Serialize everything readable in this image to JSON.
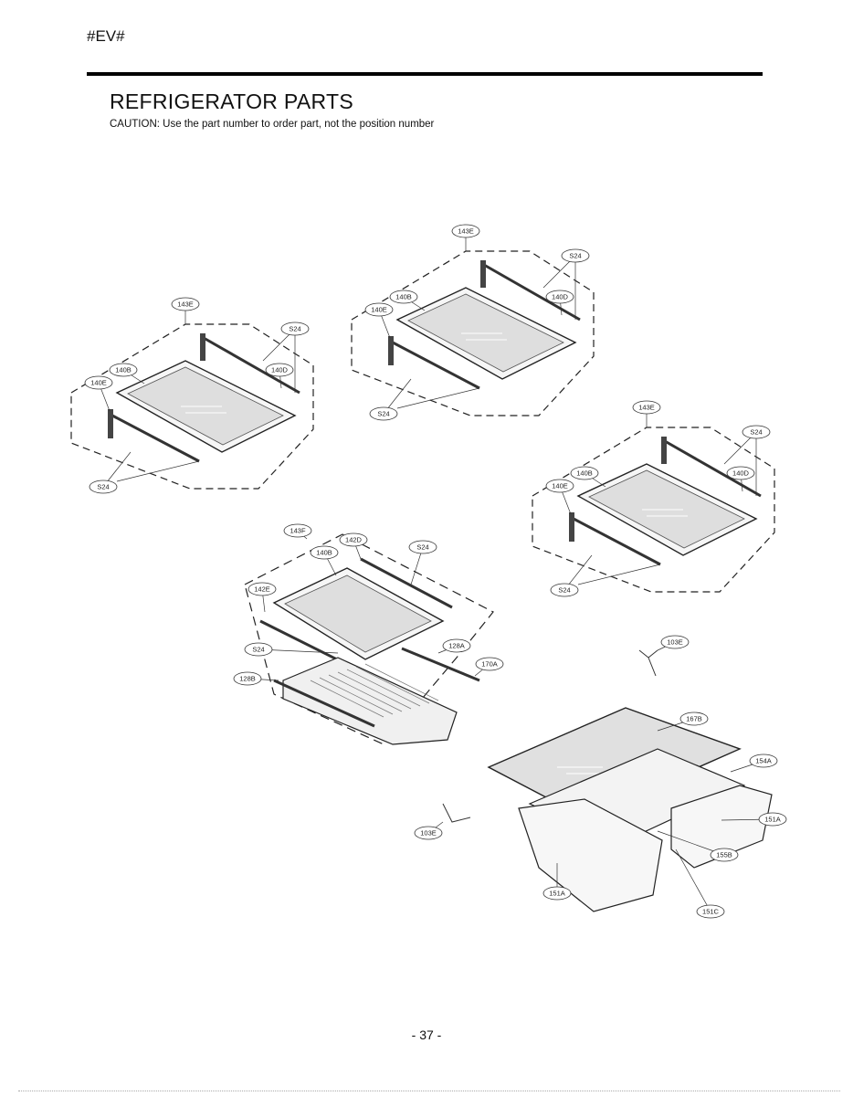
{
  "page": {
    "code": "#EV#",
    "title": "REFRIGERATOR PARTS",
    "caution": "CAUTION: Use the part number to order part, not the position number",
    "page_number": "- 37 -"
  },
  "assemblies": [
    {
      "name": "shelf-left",
      "labels": [
        "143E",
        "S24",
        "140B",
        "140E",
        "140D",
        "S24"
      ]
    },
    {
      "name": "shelf-top",
      "labels": [
        "143E",
        "S24",
        "140B",
        "140E",
        "140D",
        "S24"
      ]
    },
    {
      "name": "shelf-right",
      "labels": [
        "143E",
        "S24",
        "140B",
        "140E",
        "140D",
        "S24"
      ]
    },
    {
      "name": "shelf-drawer",
      "labels": [
        "143F",
        "142D",
        "140B",
        "S24",
        "142E",
        "S24",
        "128A",
        "170A",
        "128B"
      ]
    },
    {
      "name": "crisper",
      "labels": [
        "103E",
        "167B",
        "154A",
        "151A",
        "155B",
        "151A",
        "151C",
        "103E"
      ]
    }
  ]
}
